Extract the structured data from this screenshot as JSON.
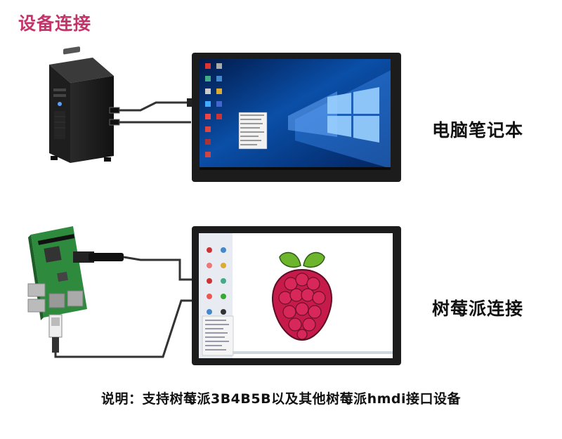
{
  "header": {
    "title": "设备连接"
  },
  "rows": [
    {
      "label": "电脑笔记本",
      "device_icon": "desktop-tower-icon",
      "screen": "windows-10-desktop"
    },
    {
      "label": "树莓派连接",
      "device_icon": "raspberry-pi-board-icon",
      "screen": "raspberry-pi-desktop-logo"
    }
  ],
  "footer": {
    "note": "说明：支持树莓派3B4B5B以及其他树莓派hmdi接口设备"
  },
  "colors": {
    "title_accent": "#c4336a",
    "text": "#111111",
    "monitor_frame": "#1c1c1c",
    "windows_blue": "#0a4fa8",
    "raspberry_red": "#c51a4a",
    "leaf_green": "#6cb52d",
    "pcb_green": "#2e8b3d"
  }
}
